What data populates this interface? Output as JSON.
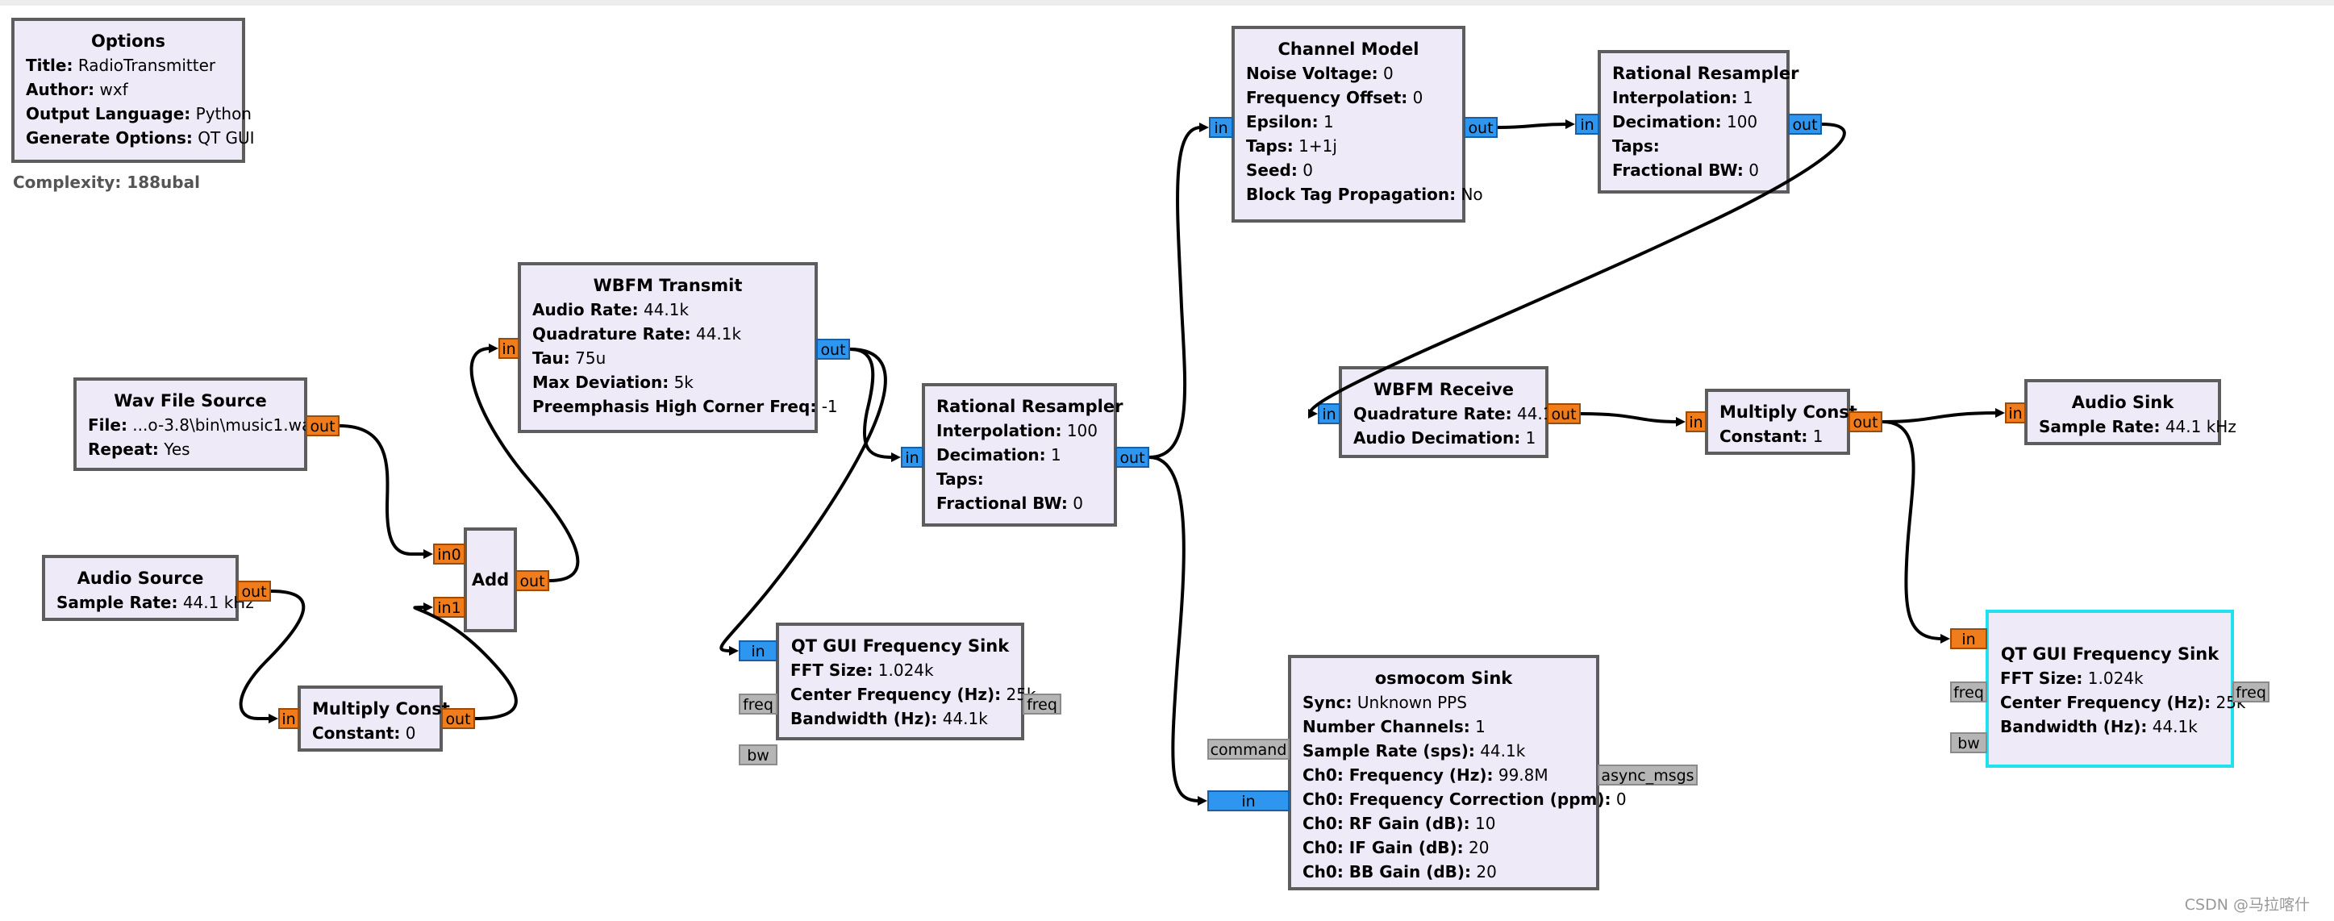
{
  "options": {
    "title": "Options",
    "params": [
      {
        "key": "Title:",
        "value": "RadioTransmitter"
      },
      {
        "key": "Author:",
        "value": "wxf"
      },
      {
        "key": "Output Language:",
        "value": "Python"
      },
      {
        "key": "Generate Options:",
        "value": "QT GUI"
      }
    ]
  },
  "complexity": "Complexity: 188ubal",
  "blocks": {
    "wav": {
      "title": "Wav File Source",
      "params": [
        {
          "key": "File:",
          "value": "...o-3.8\\bin\\music1.wav"
        },
        {
          "key": "Repeat:",
          "value": "Yes"
        }
      ]
    },
    "audio_source": {
      "title": "Audio Source",
      "params": [
        {
          "key": "Sample Rate:",
          "value": "44.1 kHz"
        }
      ]
    },
    "mult1": {
      "title": "Multiply Const",
      "params": [
        {
          "key": "Constant:",
          "value": "0"
        }
      ]
    },
    "add": {
      "title": "Add"
    },
    "wbfm_tx": {
      "title": "WBFM Transmit",
      "params": [
        {
          "key": "Audio Rate:",
          "value": "44.1k"
        },
        {
          "key": "Quadrature Rate:",
          "value": "44.1k"
        },
        {
          "key": "Tau:",
          "value": "75u"
        },
        {
          "key": "Max Deviation:",
          "value": "5k"
        },
        {
          "key": "Preemphasis High Corner Freq:",
          "value": "-1"
        }
      ]
    },
    "resampler1": {
      "title": "Rational Resampler",
      "params": [
        {
          "key": "Interpolation:",
          "value": "100"
        },
        {
          "key": "Decimation:",
          "value": "1"
        },
        {
          "key": "Taps:",
          "value": ""
        },
        {
          "key": "Fractional BW:",
          "value": "0"
        }
      ]
    },
    "freqsink1": {
      "title": "QT GUI Frequency Sink",
      "params": [
        {
          "key": "FFT Size:",
          "value": "1.024k"
        },
        {
          "key": "Center Frequency (Hz):",
          "value": "25k"
        },
        {
          "key": "Bandwidth (Hz):",
          "value": "44.1k"
        }
      ]
    },
    "channel": {
      "title": "Channel Model",
      "params": [
        {
          "key": "Noise Voltage:",
          "value": "0"
        },
        {
          "key": "Frequency Offset:",
          "value": "0"
        },
        {
          "key": "Epsilon:",
          "value": "1"
        },
        {
          "key": "Taps:",
          "value": "1+1j"
        },
        {
          "key": "Seed:",
          "value": "0"
        },
        {
          "key": "Block Tag Propagation:",
          "value": "No"
        }
      ]
    },
    "resampler2": {
      "title": "Rational Resampler",
      "params": [
        {
          "key": "Interpolation:",
          "value": "1"
        },
        {
          "key": "Decimation:",
          "value": "100"
        },
        {
          "key": "Taps:",
          "value": ""
        },
        {
          "key": "Fractional BW:",
          "value": "0"
        }
      ]
    },
    "wbfm_rx": {
      "title": "WBFM Receive",
      "params": [
        {
          "key": "Quadrature Rate:",
          "value": "44.1k"
        },
        {
          "key": "Audio Decimation:",
          "value": "1"
        }
      ]
    },
    "mult2": {
      "title": "Multiply Const",
      "params": [
        {
          "key": "Constant:",
          "value": "1"
        }
      ]
    },
    "audio_sink": {
      "title": "Audio Sink",
      "params": [
        {
          "key": "Sample Rate:",
          "value": "44.1 kHz"
        }
      ]
    },
    "freqsink2": {
      "title": "QT GUI Frequency Sink",
      "params": [
        {
          "key": "FFT Size:",
          "value": "1.024k"
        },
        {
          "key": "Center Frequency (Hz):",
          "value": "25k"
        },
        {
          "key": "Bandwidth (Hz):",
          "value": "44.1k"
        }
      ]
    },
    "osmocom": {
      "title": "osmocom Sink",
      "params": [
        {
          "key": "Sync:",
          "value": "Unknown PPS"
        },
        {
          "key": "Number Channels:",
          "value": "1"
        },
        {
          "key": "Sample Rate (sps):",
          "value": "44.1k"
        },
        {
          "key": "Ch0: Frequency (Hz):",
          "value": "99.8M"
        },
        {
          "key": "Ch0: Frequency Correction (ppm):",
          "value": "0"
        },
        {
          "key": "Ch0: RF Gain (dB):",
          "value": "10"
        },
        {
          "key": "Ch0: IF Gain (dB):",
          "value": "20"
        },
        {
          "key": "Ch0: BB Gain (dB):",
          "value": "20"
        }
      ]
    }
  },
  "ports": {
    "out": "out",
    "in": "in",
    "in0": "in0",
    "in1": "in1",
    "freq": "freq",
    "bw": "bw",
    "command": "command",
    "async_msgs": "async_msgs"
  },
  "colors": {
    "block_fill": "#eeeaf8",
    "block_border": "#5d5d5d",
    "selected_border": "#22e1ee",
    "port_float": "#f07c1c",
    "port_complex": "#2f96f0",
    "port_message": "#b5b5b5"
  },
  "watermark": "CSDN @马拉喀什"
}
